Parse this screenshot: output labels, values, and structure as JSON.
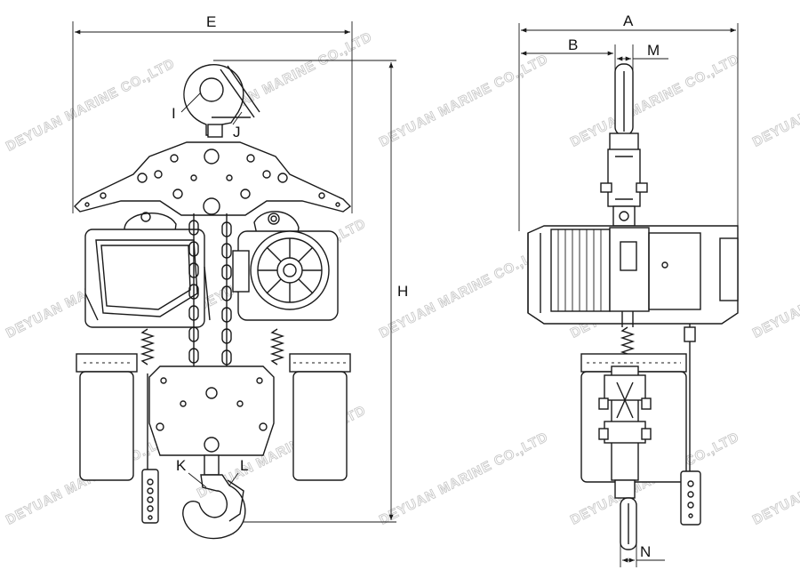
{
  "dimension_labels": {
    "A": "A",
    "B": "B",
    "M": "M",
    "E": "E",
    "H": "H",
    "I": "I",
    "J": "J",
    "K": "K",
    "L": "L",
    "N": "N"
  },
  "watermark": "DEYUAN MARINE CO.,LTD",
  "colors": {
    "line": "#1a1a1a",
    "watermark": "#c9c9c9",
    "background": "#ffffff"
  }
}
